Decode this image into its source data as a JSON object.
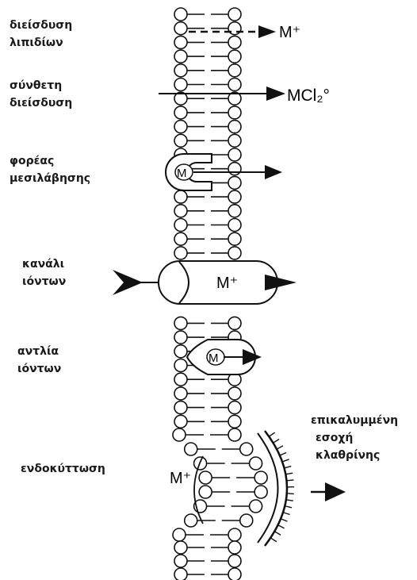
{
  "mechanisms": [
    {
      "id": "lipid-diffusion",
      "label_lines": [
        "διείσδυση",
        "λιπιδίων"
      ],
      "ion": "M⁺"
    },
    {
      "id": "composite-diffusion",
      "label_lines": [
        "σύνθετη",
        "διείσδυση"
      ],
      "ion": "MCl₂°"
    },
    {
      "id": "carrier",
      "label_lines": [
        "φορέας",
        "μεσιλάβησης"
      ],
      "ion": "M"
    },
    {
      "id": "ion-channel",
      "label_lines": [
        "κανάλι",
        "ιόντων"
      ],
      "ion": "M⁺"
    },
    {
      "id": "ion-pump",
      "label_lines": [
        "αντλία",
        "ιόντων"
      ],
      "ion": "M"
    },
    {
      "id": "endocytosis",
      "label_lines": [
        "ενδοκύττωση"
      ],
      "ion": "M⁺"
    }
  ],
  "clathrin_label": [
    "επικαλυμμένη",
    "εσοχή",
    "κλαθρίνης"
  ],
  "colors": {
    "ink": "#111111",
    "label": "#1a1a1a",
    "background": "#ffffff"
  }
}
